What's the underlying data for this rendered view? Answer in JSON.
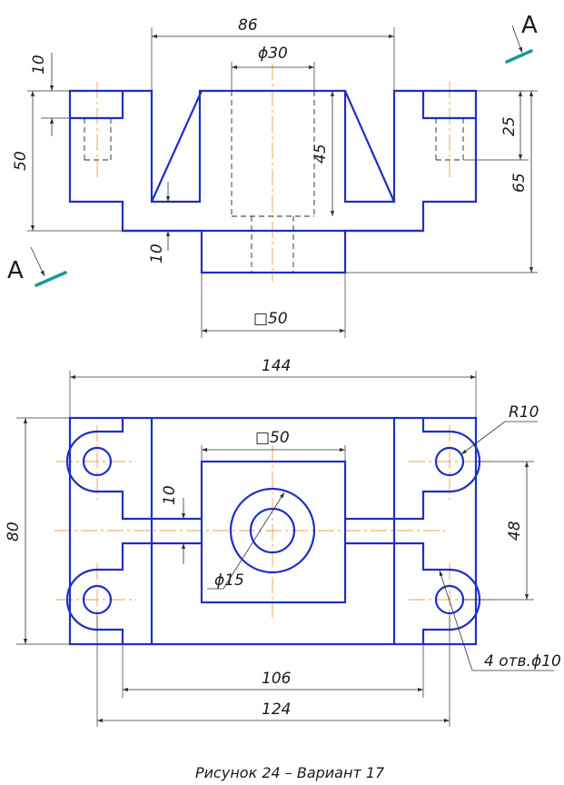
{
  "front_view": {
    "section_label_top": "A",
    "section_label_bottom": "A",
    "dims": {
      "overall_width_top": "86",
      "bore_diameter": "ϕ30",
      "hole_depth": "10",
      "lug_height": "50",
      "bore_depth": "45",
      "lug_hole_depth": "25",
      "total_height": "65",
      "base_thickness": "10",
      "boss_square": "□50"
    }
  },
  "top_view": {
    "dims": {
      "overall_length": "144",
      "overall_width": "80",
      "boss_square": "□50",
      "corner_radius": "R10",
      "hole_spacing_y": "48",
      "rib_width": "10",
      "bore_diameter": "ϕ15",
      "holes_note": "4 отв.ϕ10",
      "hole_spacing_x_inner": "106",
      "hole_spacing_x_outer": "124"
    }
  },
  "caption": "Рисунок 24 – Вариант 17",
  "colors": {
    "outline": "#1f2fc4",
    "centerline": "#e8a04a",
    "section_marker": "#1a9a9a"
  }
}
